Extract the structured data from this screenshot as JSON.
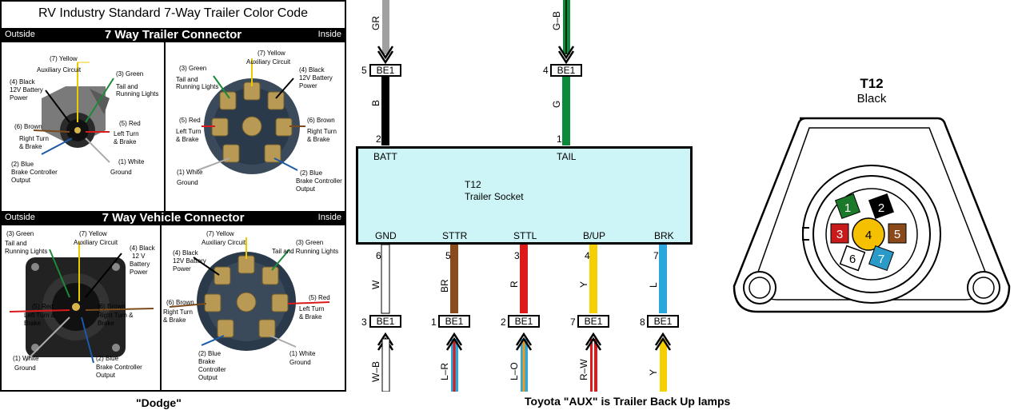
{
  "left": {
    "title": "RV Industry Standard 7-Way Trailer Color Code",
    "trailer_band": {
      "outside": "Outside",
      "title": "7 Way Trailer Connector",
      "inside": "Inside"
    },
    "vehicle_band": {
      "outside": "Outside",
      "title": "7 Way Vehicle Connector",
      "inside": "Inside"
    },
    "labels": {
      "yellow": "(7) Yellow",
      "aux": "Auxiliary Circuit",
      "green": "(3) Green",
      "tail": "Tail and",
      "running": "Running Lights",
      "black": "(4) Black",
      "v12": "12V Battery",
      "power": "Power",
      "brown": "(6) Brown",
      "rturn": "Right Turn",
      "brake": "& Brake",
      "red": "(5) Red",
      "lturn": "Left Turn",
      "blue": "(2) Blue",
      "bcontrol": "Brake Controller",
      "output": "Output",
      "white": "(1) White",
      "ground": "Ground",
      "black_v": "(4) Black",
      "twelve": "12 V",
      "battery": "Battery",
      "v12b": "12V Battery",
      "controller": "Controller",
      "tailrunning": "Tail and Running Lights",
      "leftturn_amp": "Left Turn &",
      "rightturn_amp": "Right Turn &",
      "brake_word": "Brake",
      "brown_in": "(6) Brown",
      "red_in": "(5) Red",
      "rightturn": "Right Turn"
    },
    "caption": "\"Dodge\""
  },
  "middle": {
    "top_wires": [
      {
        "code": "GR",
        "pin": "5",
        "conn": "BE1",
        "lower": "B",
        "term": "2",
        "name": "BATT",
        "color": "#000000",
        "upcolor": "#a0a0a0"
      },
      {
        "code": "G–B",
        "pin": "4",
        "conn": "BE1",
        "lower": "G",
        "term": "1",
        "name": "TAIL",
        "color": "#0a8a3a",
        "upcolor": "#0a8a3a"
      }
    ],
    "socket": {
      "id": "T12",
      "name": "Trailer Socket"
    },
    "bottom_wires": [
      {
        "name": "GND",
        "term": "6",
        "code": "W",
        "pin": "3",
        "conn": "BE1",
        "lower": "W–B",
        "color": "#ffffff"
      },
      {
        "name": "STTR",
        "term": "5",
        "code": "BR",
        "pin": "1",
        "conn": "BE1",
        "lower": "L–R",
        "color": "#8b4a1a"
      },
      {
        "name": "STTL",
        "term": "3",
        "code": "R",
        "pin": "2",
        "conn": "BE1",
        "lower": "L–O",
        "color": "#dd1a1a"
      },
      {
        "name": "B/UP",
        "term": "4",
        "code": "Y",
        "pin": "7",
        "conn": "BE1",
        "lower": "R–W",
        "color": "#f5d000"
      },
      {
        "name": "BRK",
        "term": "7",
        "code": "L",
        "pin": "8",
        "conn": "BE1",
        "lower": "Y",
        "color": "#2aa7db"
      }
    ],
    "caption": "Toyota \"AUX\" is Trailer Back Up lamps"
  },
  "right": {
    "id": "T12",
    "color_name": "Black",
    "pins": [
      {
        "num": "1",
        "color": "#1a7a2a"
      },
      {
        "num": "2",
        "color": "#000000"
      },
      {
        "num": "3",
        "color": "#c81a1a"
      },
      {
        "num": "4",
        "color": "#f5c000"
      },
      {
        "num": "5",
        "color": "#8b4a1a"
      },
      {
        "num": "6",
        "color": "#ffffff"
      },
      {
        "num": "7",
        "color": "#2a9ac8"
      }
    ]
  }
}
